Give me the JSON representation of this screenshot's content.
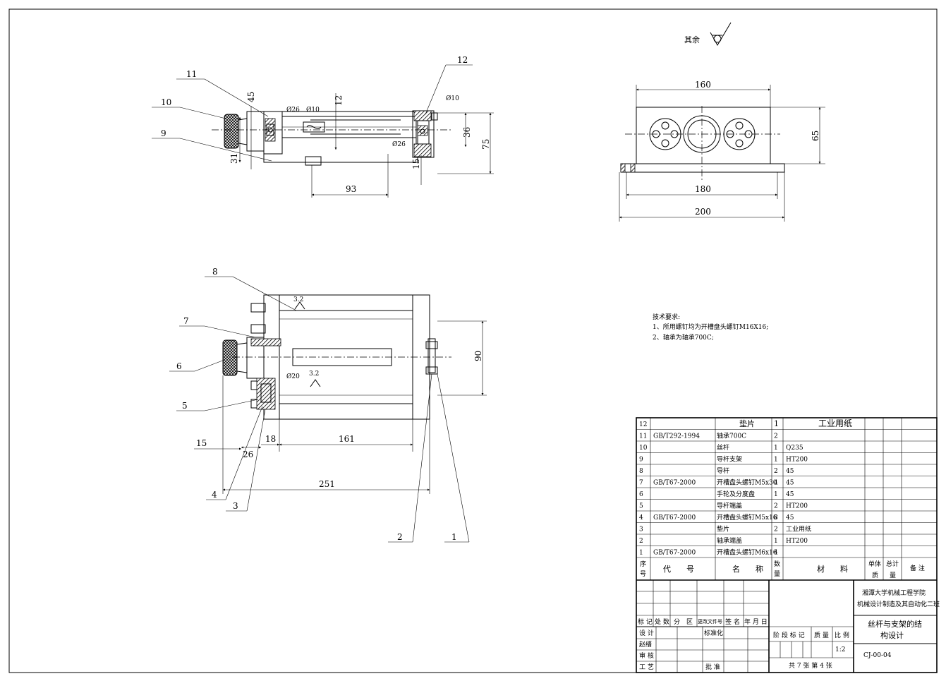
{
  "surface_finish": {
    "label": "其余"
  },
  "roughness_marks": [
    "3.2",
    "3.2"
  ],
  "balloons": [
    "1",
    "2",
    "3",
    "4",
    "5",
    "6",
    "7",
    "8",
    "9",
    "10",
    "11",
    "12"
  ],
  "dims_top_view": {
    "d45": "45",
    "d31": "31",
    "d12": "12",
    "d36": "36",
    "d75": "75",
    "d93": "93",
    "d15": "15",
    "fit1": "Ø26",
    "fit2": "Ø10",
    "fit3": "Ø10",
    "fit4": "Ø26"
  },
  "dims_bottom_view": {
    "d15": "15",
    "d26": "26",
    "d18": "18",
    "d161": "161",
    "d251": "251",
    "d90": "90",
    "fit": "Ø20"
  },
  "dims_end_view": {
    "d160": "160",
    "d180": "180",
    "d200": "200",
    "d65": "65"
  },
  "tech_notes": {
    "title": "技术要求:",
    "lines": [
      "1、所用螺钉均为开槽盘头螺钉M16X16;",
      "2、轴承为轴承700C;"
    ]
  },
  "bom": {
    "rows": [
      {
        "no": "12",
        "code": "",
        "name": "垫片",
        "qty": "1",
        "material": "工业用纸"
      },
      {
        "no": "11",
        "code": "GB/T292-1994",
        "name": "轴承700C",
        "qty": "2",
        "material": ""
      },
      {
        "no": "10",
        "code": "",
        "name": "丝杆",
        "qty": "1",
        "material": "Q235"
      },
      {
        "no": "9",
        "code": "",
        "name": "导杆支架",
        "qty": "1",
        "material": "HT200"
      },
      {
        "no": "8",
        "code": "",
        "name": "导杆",
        "qty": "2",
        "material": "45"
      },
      {
        "no": "7",
        "code": "GB/T67-2000",
        "name": "开槽盘头螺钉M5x30",
        "qty": "4",
        "material": "45"
      },
      {
        "no": "6",
        "code": "",
        "name": "手轮及分度盘",
        "qty": "1",
        "material": "45"
      },
      {
        "no": "5",
        "code": "",
        "name": "导杆端盖",
        "qty": "2",
        "material": "HT200"
      },
      {
        "no": "4",
        "code": "GB/T67-2000",
        "name": "开槽盘头螺钉M5x16",
        "qty": "8",
        "material": "45"
      },
      {
        "no": "3",
        "code": "",
        "name": "垫片",
        "qty": "2",
        "material": "工业用纸"
      },
      {
        "no": "2",
        "code": "",
        "name": "轴承端盖",
        "qty": "1",
        "material": "HT200"
      },
      {
        "no": "1",
        "code": "GB/T67-2000",
        "name": "开槽盘头螺钉M6x16",
        "qty": "4",
        "material": ""
      }
    ],
    "header": {
      "no_1": "序",
      "no_2": "号",
      "code": "代　　号",
      "name": "名　　称",
      "qty_1": "数",
      "qty_2": "量",
      "material": "材　　料",
      "unit_1": "单体",
      "unit_2": "质",
      "total_1": "总计",
      "total_2": "量",
      "remark": "备 注"
    }
  },
  "title_block": {
    "school": "湘潭大学机械工程学院",
    "class": "机械设计制造及其自动化二班",
    "drawing_title_1": "丝杆与支架的结",
    "drawing_title_2": "构设计",
    "drawing_no": "CJ-00-04",
    "scale": "1:2",
    "sheets": "共 7 张 第 4 张",
    "labels": {
      "mark": "标 记",
      "count": "处 数",
      "zone": "分　区",
      "change_doc": "更改文件号",
      "sign": "签 名",
      "date": "年 月 日",
      "design": "设 计",
      "standard": "标准化",
      "stage_mark": "阶 段 标 记",
      "weight": "质 量",
      "ratio": "比 例",
      "check": "审 核",
      "process": "工 艺",
      "approve": "批 准",
      "zhao": "赵缙"
    }
  }
}
